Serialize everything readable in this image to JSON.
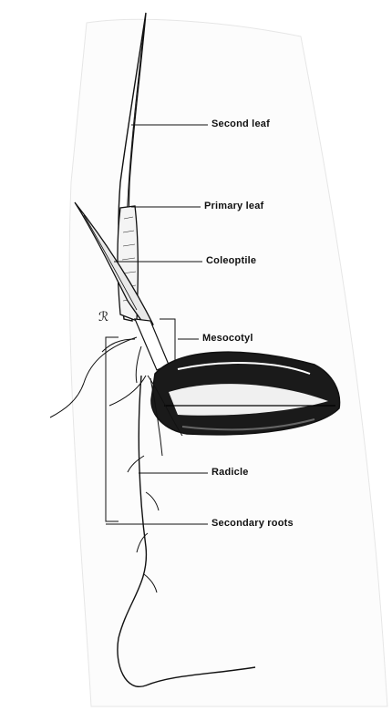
{
  "labels": {
    "second_leaf": "Second leaf",
    "primary_leaf": "Primary leaf",
    "coleoptile": "Coleoptile",
    "mesocotyl": "Mesocotyl",
    "radicle": "Radicle",
    "secondary_roots": "Secondary roots"
  },
  "colors": {
    "ink": "#111111",
    "paper": "#ffffff"
  }
}
